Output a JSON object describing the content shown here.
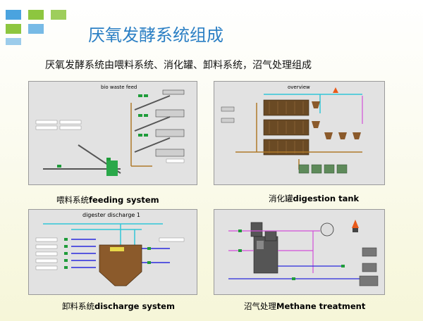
{
  "slide": {
    "title": "厌氧发酵系统组成",
    "subtitle": "厌氧发酵系统由喂料系统、消化罐、卸料系统，沼气处理组成"
  },
  "panels": [
    {
      "screen_title": "bio waste feed",
      "caption_cn": "喂料系统",
      "caption_en": "feeding system"
    },
    {
      "screen_title": "overview",
      "caption_cn": "消化罐",
      "caption_en": "digestion tank"
    },
    {
      "screen_title": "digester discharge 1",
      "caption_cn": "卸料系统",
      "caption_en": "discharge system"
    },
    {
      "screen_title": "",
      "caption_cn": "沼气处理",
      "caption_en": "Methane treatment"
    }
  ],
  "colors": {
    "title": "#2b7fc4",
    "logo_green": "#8dc63f",
    "logo_blue": "#4aa3df",
    "hmi_bg": "#e2e2e2",
    "pipe_brown": "#b07a2a",
    "tank_brown": "#8b5a2b",
    "pipe_cyan": "#32c6d8",
    "pipe_blue": "#2a2adc",
    "pipe_pink": "#d24fd8",
    "valve_green": "#1f9c3a"
  }
}
